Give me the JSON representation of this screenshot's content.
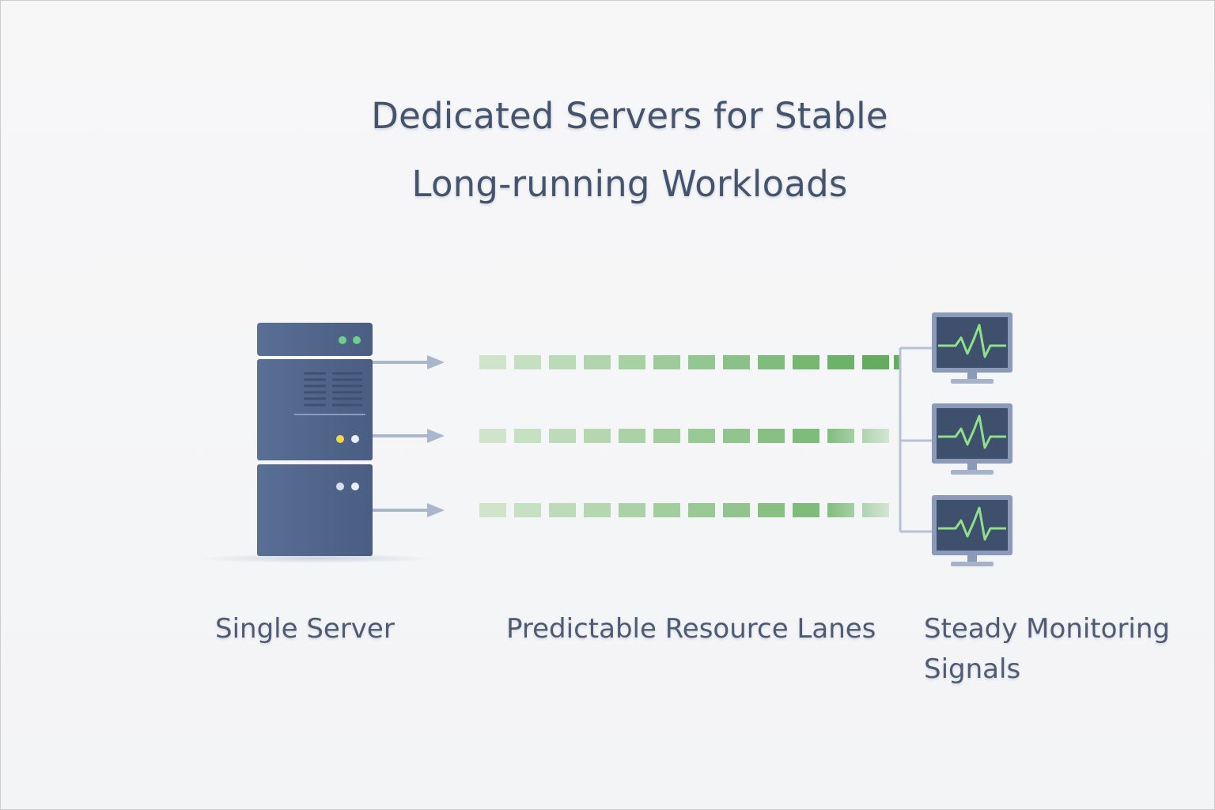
{
  "title": {
    "line1": "Dedicated Servers for Stable",
    "line2": "Long-running Workloads"
  },
  "captions": {
    "server": "Single Server",
    "lanes": "Predictable Resource Lanes",
    "monitoring_line1": "Steady Monitoring",
    "monitoring_line2": "Signals"
  },
  "icons": {
    "server": "server-rack-icon",
    "arrow": "arrow-right-icon",
    "monitor": "monitor-heartbeat-icon"
  },
  "colors": {
    "server_body": "#54688f",
    "server_light_green": "#6ed08a",
    "server_light_yellow": "#f0d84c",
    "server_light_white": "#e9eef8",
    "lane_green_strong": "#62ad5e",
    "lane_green_light": "#cfe4cb",
    "arrow": "#a9b6cc",
    "monitor_frame": "#8a9ab8",
    "monitor_screen": "#3f506c",
    "signal": "#8fe08a"
  },
  "lanes": [
    {
      "name": "lane-1"
    },
    {
      "name": "lane-2"
    },
    {
      "name": "lane-3"
    }
  ]
}
